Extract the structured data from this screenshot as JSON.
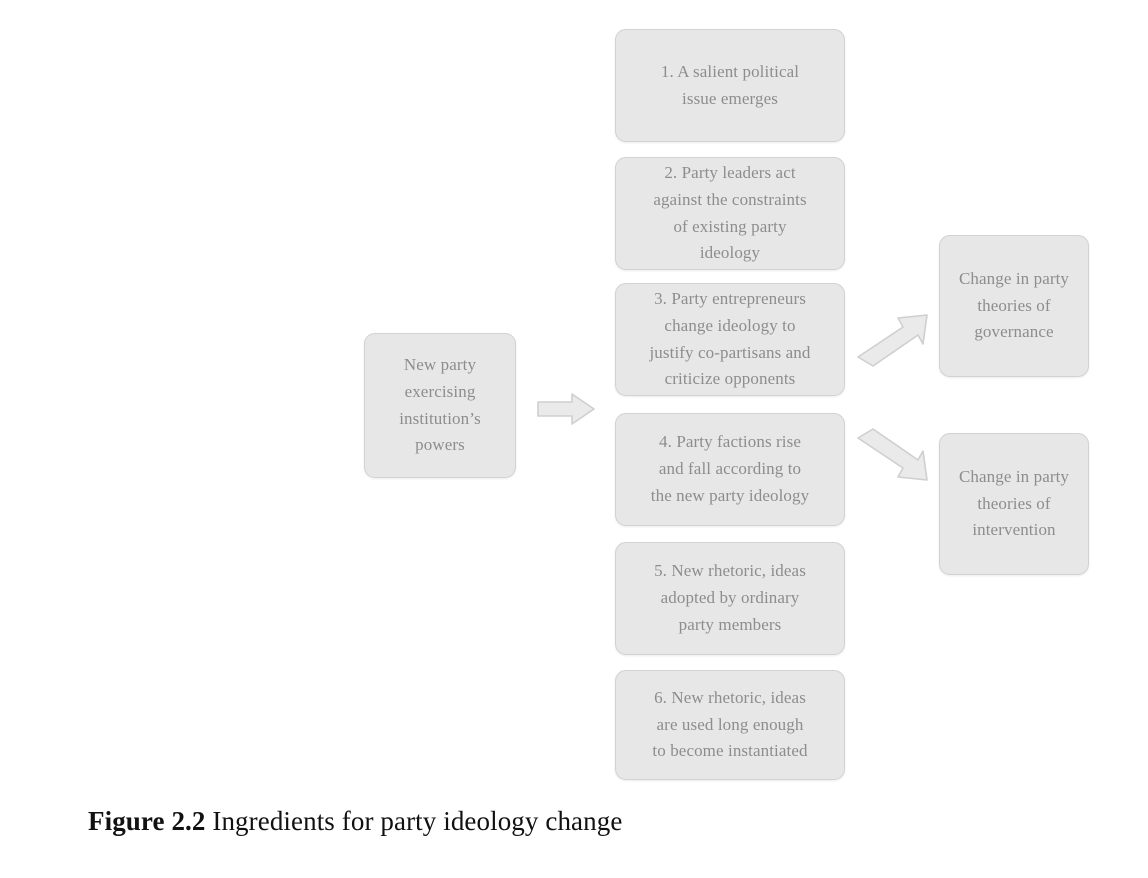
{
  "figure": {
    "caption_label": "Figure 2.2",
    "caption_text": " Ingredients for party ideology change"
  },
  "colors": {
    "box_fill": "#e7e7e7",
    "box_border": "#d2d2d2",
    "box_text": "#8d8d8d",
    "arrow_fill": "#eaeaea",
    "arrow_border": "#cfcfcf",
    "caption_text": "#111111",
    "background": "#ffffff"
  },
  "source": {
    "label": "New party\nexercising\ninstitution’s\npowers"
  },
  "steps": [
    {
      "label": "1. A salient political\nissue emerges"
    },
    {
      "label": "2. Party leaders act\nagainst the constraints\nof existing party\nideology"
    },
    {
      "label": "3. Party entrepreneurs\nchange ideology to\njustify co-partisans and\ncriticize opponents"
    },
    {
      "label": "4. Party factions rise\nand fall according to\nthe new party ideology"
    },
    {
      "label": "5. New rhetoric, ideas\nadopted by ordinary\nparty members"
    },
    {
      "label": "6. New rhetoric, ideas\nare used long enough\nto become instantiated"
    }
  ],
  "outcomes": [
    {
      "label": "Change in party\ntheories of\ngovernance"
    },
    {
      "label": "Change in party\ntheories of\nintervention"
    }
  ],
  "arrows": [
    {
      "name": "source-to-steps",
      "direction": "right"
    },
    {
      "name": "steps-to-governance",
      "direction": "up-right"
    },
    {
      "name": "steps-to-intervention",
      "direction": "down-right"
    }
  ]
}
